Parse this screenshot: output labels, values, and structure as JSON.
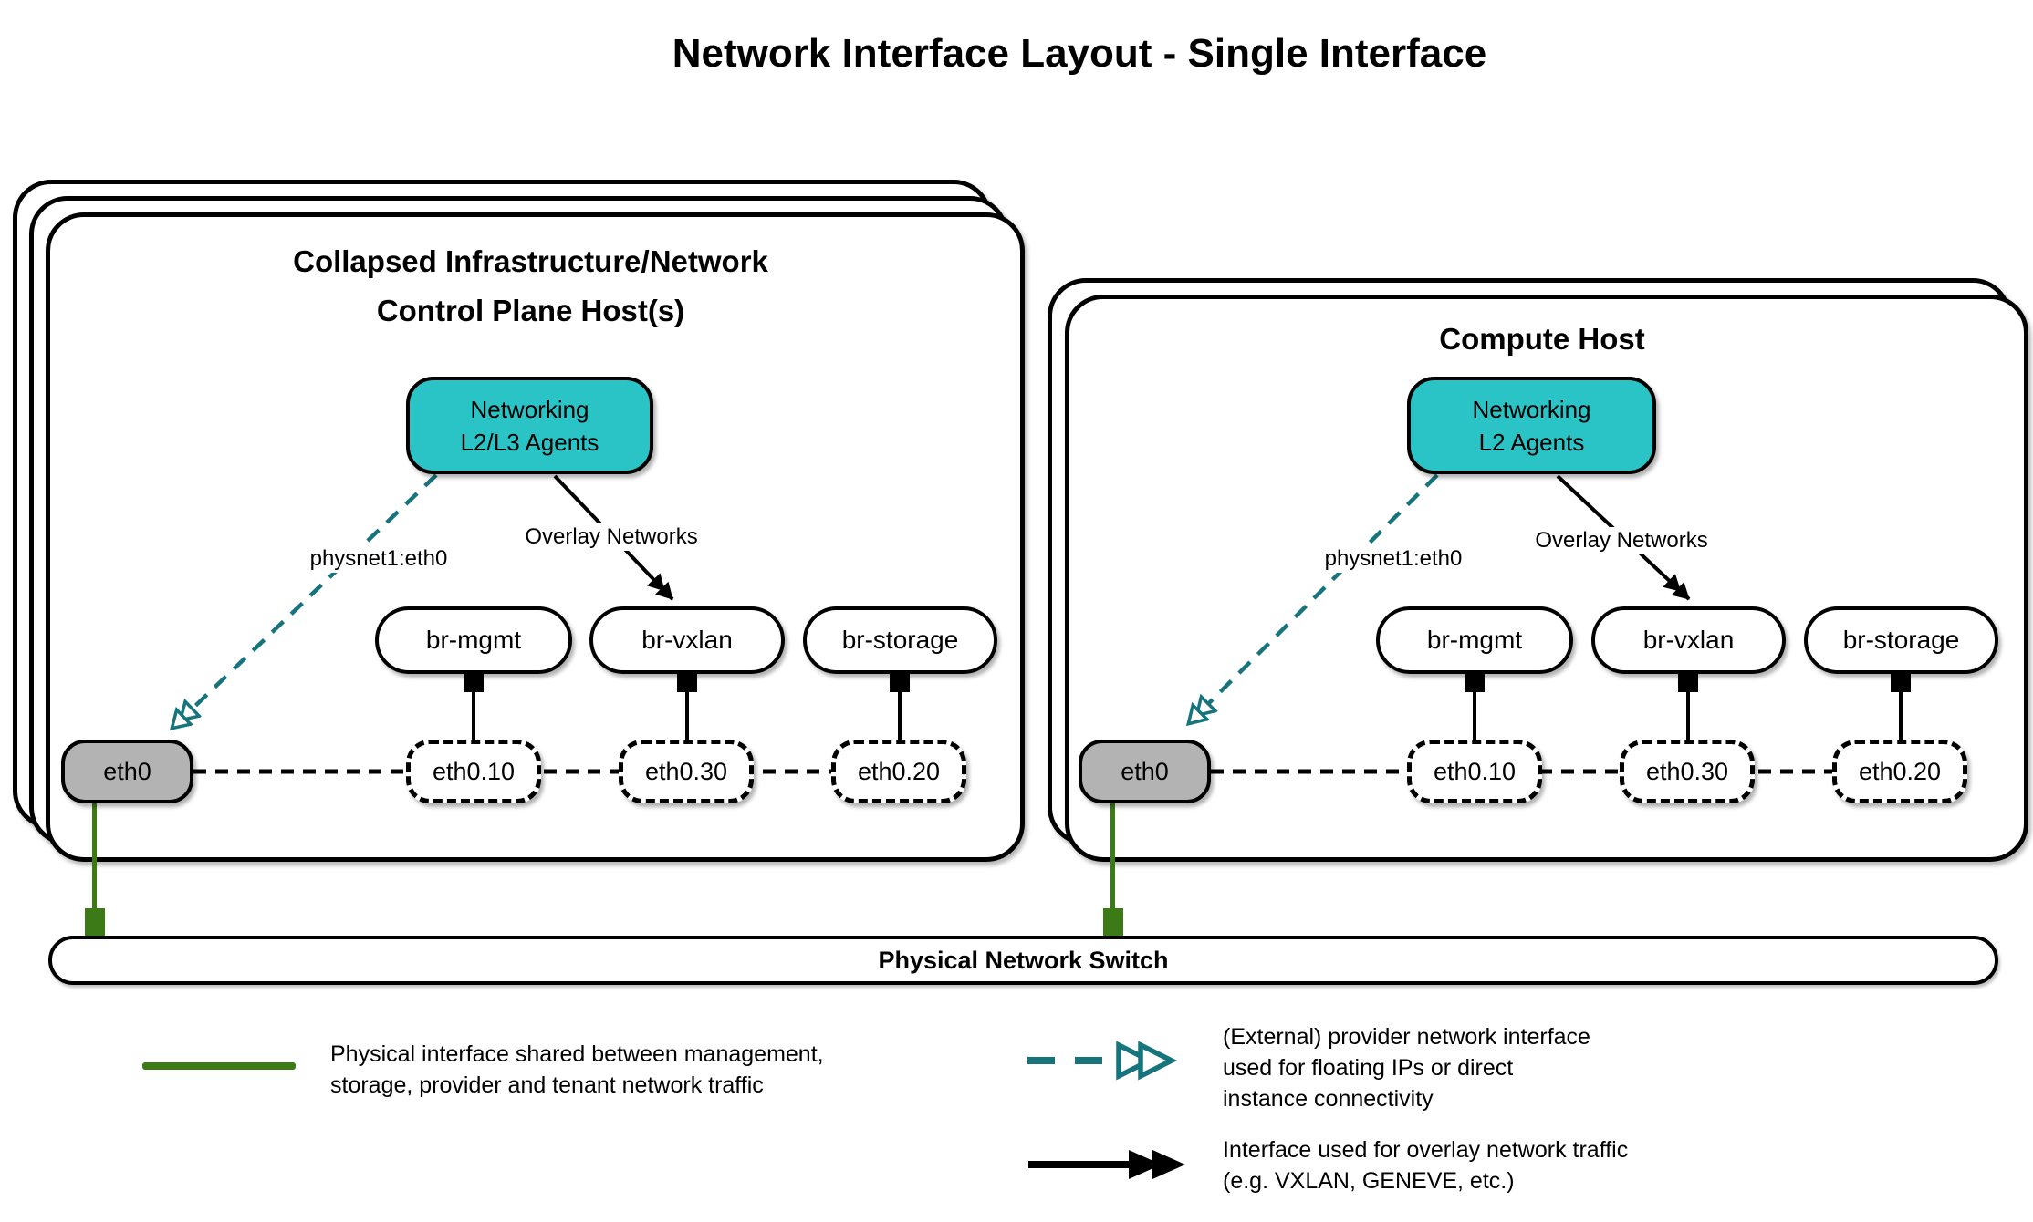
{
  "title": "Network Interface Layout - Single Interface",
  "hosts": [
    {
      "title_line1": "Collapsed Infrastructure/Network",
      "title_line2": "Control Plane Host(s)",
      "agent_line1": "Networking",
      "agent_line2": "L2/L3 Agents",
      "provider_link_label": "physnet1:eth0",
      "overlay_link_label": "Overlay Networks",
      "bridges": [
        "br-mgmt",
        "br-vxlan",
        "br-storage"
      ],
      "physical_interface": "eth0",
      "vlan_interfaces": [
        "eth0.10",
        "eth0.30",
        "eth0.20"
      ]
    },
    {
      "title_line1": "Compute Host",
      "title_line2": "",
      "agent_line1": "Networking",
      "agent_line2": "L2 Agents",
      "provider_link_label": "physnet1:eth0",
      "overlay_link_label": "Overlay Networks",
      "bridges": [
        "br-mgmt",
        "br-vxlan",
        "br-storage"
      ],
      "physical_interface": "eth0",
      "vlan_interfaces": [
        "eth0.10",
        "eth0.30",
        "eth0.20"
      ]
    }
  ],
  "switch_label": "Physical Network Switch",
  "legend": {
    "physical": {
      "lines": [
        "Physical interface shared between management,",
        "storage, provider and tenant network traffic"
      ]
    },
    "provider": {
      "lines": [
        "(External) provider network interface",
        "used for floating IPs or direct",
        "instance connectivity"
      ]
    },
    "overlay": {
      "lines": [
        "Interface used for overlay network traffic",
        "(e.g. VXLAN, GENEVE, etc.)"
      ]
    }
  },
  "colors": {
    "agent_fill": "#2BC4C6",
    "provider_arrow": "#16747C",
    "physical_link": "#3C7A17",
    "interface_fill": "#B3B3B3",
    "outline": "#000000"
  }
}
